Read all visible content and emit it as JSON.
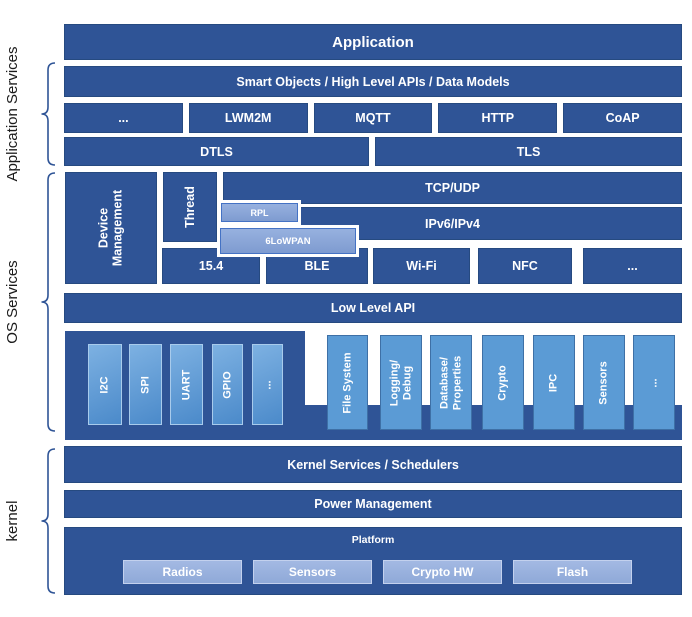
{
  "side_labels": {
    "application_services": "Application Services",
    "os_services": "OS Services",
    "kernel": "kernel"
  },
  "colors": {
    "dark_blue": "#2F5496",
    "mid_blue": "#5B9BD5",
    "pale_blue": "#8EAADB",
    "text_on_blue": "#FFFFFF",
    "label_text": "#1b1b1b"
  },
  "boxes": {
    "application": "Application",
    "smart_objects": "Smart Objects / High Level APIs / Data Models",
    "protocols": [
      "...",
      "LWM2M",
      "MQTT",
      "HTTP",
      "CoAP"
    ],
    "dtls": "DTLS",
    "tls": "TLS",
    "device_management": "Device Management",
    "thread": "Thread",
    "tcp_udp": "TCP/UDP",
    "rpl": "RPL",
    "ipv6_ipv4": "IPv6/IPv4",
    "sixlowpan": "6LoWPAN",
    "radios_row": [
      "15.4",
      "BLE",
      "Wi-Fi",
      "NFC",
      "..."
    ],
    "low_level_api": "Low Level API",
    "peripherals": [
      "I2C",
      "SPI",
      "UART",
      "GPIO",
      "..."
    ],
    "services": [
      "File System",
      "Logging/ Debug",
      "Database/ Properties",
      "Crypto",
      "IPC",
      "Sensors",
      "..."
    ],
    "kernel_services": "Kernel Services / Schedulers",
    "power_management": "Power Management",
    "platform": "Platform",
    "platform_items": [
      "Radios",
      "Sensors",
      "Crypto HW",
      "Flash"
    ]
  }
}
